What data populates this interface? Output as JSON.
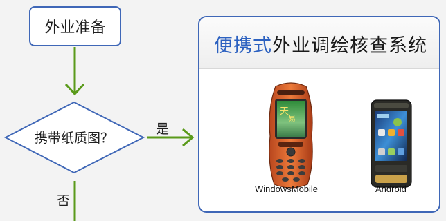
{
  "flowchart": {
    "start": "外业准备",
    "decision": "携带纸质图？",
    "yes_label": "是",
    "no_label": "否"
  },
  "system_panel": {
    "title_highlight": "便携式",
    "title_rest": "外业调绘核查系统",
    "devices": [
      {
        "label": "WindowsMobile",
        "icon": "rugged-handheld-phone"
      },
      {
        "label": "Android",
        "icon": "android-rugged-phone"
      }
    ]
  },
  "colors": {
    "box_border": "#3f67b7",
    "arrow": "#5a9a1a",
    "title_accent": "#2c61c0",
    "background": "#f3f3f3"
  }
}
